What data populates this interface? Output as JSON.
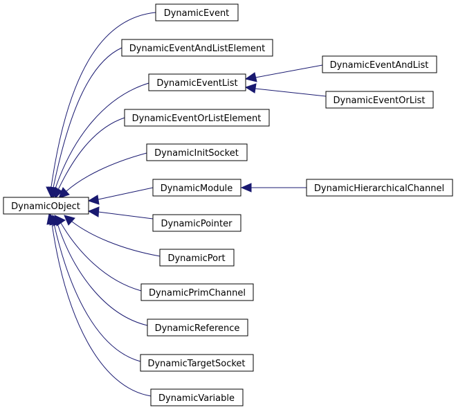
{
  "diagram": {
    "nodes": {
      "obj": "DynamicObject",
      "event": "DynamicEvent",
      "eventAndListElement": "DynamicEventAndListElement",
      "eventList": "DynamicEventList",
      "eventOrListElement": "DynamicEventOrListElement",
      "initSocket": "DynamicInitSocket",
      "module": "DynamicModule",
      "pointer": "DynamicPointer",
      "port": "DynamicPort",
      "primChannel": "DynamicPrimChannel",
      "reference": "DynamicReference",
      "targetSocket": "DynamicTargetSocket",
      "variable": "DynamicVariable",
      "eventAndList": "DynamicEventAndList",
      "eventOrList": "DynamicEventOrList",
      "hierChannel": "DynamicHierarchicalChannel"
    },
    "edges": [
      {
        "from": "event",
        "to": "obj"
      },
      {
        "from": "eventAndListElement",
        "to": "obj"
      },
      {
        "from": "eventList",
        "to": "obj"
      },
      {
        "from": "eventOrListElement",
        "to": "obj"
      },
      {
        "from": "initSocket",
        "to": "obj"
      },
      {
        "from": "module",
        "to": "obj"
      },
      {
        "from": "pointer",
        "to": "obj"
      },
      {
        "from": "port",
        "to": "obj"
      },
      {
        "from": "primChannel",
        "to": "obj"
      },
      {
        "from": "reference",
        "to": "obj"
      },
      {
        "from": "targetSocket",
        "to": "obj"
      },
      {
        "from": "variable",
        "to": "obj"
      },
      {
        "from": "eventAndList",
        "to": "eventList"
      },
      {
        "from": "eventOrList",
        "to": "eventList"
      },
      {
        "from": "hierChannel",
        "to": "module"
      }
    ],
    "colors": {
      "edge": "#191970",
      "box_border": "#000000",
      "background": "#ffffff"
    }
  }
}
